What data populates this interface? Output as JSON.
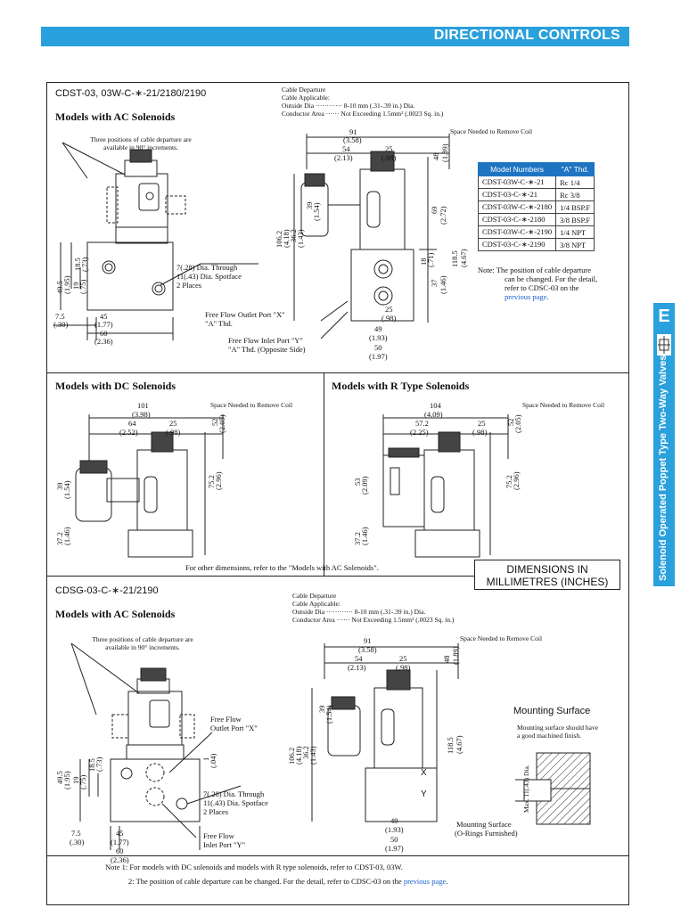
{
  "banner": {
    "title": "DIRECTIONAL CONTROLS"
  },
  "side_tab": {
    "letter": "E",
    "vertical_title": "Solenoid Operated Poppet Type Two-Way Valves"
  },
  "section1": {
    "model_title": "CDST-03, 03W-C-∗-21/2180/2190",
    "ac_heading": "Models with AC Solenoids",
    "cable_departure_note": "Three positions of cable departure are available in 90° increments.",
    "cable_departure": "Cable Departure",
    "cable_applicable": "Cable Applicable:",
    "outside_dia": "Outside Dia ············ 8-10 mm (.31-.39 in.) Dia.",
    "conductor_area": "Conductor Area ······ Not Exceeding 1.5mm² (.0023 Sq. in.)",
    "space_coil": "Space Needed to Remove Coil",
    "hole_1": "7(.28) Dia. Through",
    "hole_2": "11(.43) Dia. Spotface",
    "hole_3": "2 Places",
    "outlet_port": "Free Flow Outlet Port \"X\"",
    "outlet_thd": "\"A\" Thd.",
    "inlet_port": "Free Flow Inlet Port \"Y\"",
    "inlet_thd": "\"A\" Thd. (Opposite Side)",
    "dims": {
      "d91": "91",
      "d91i": "(3.58)",
      "d54": "54",
      "d54i": "(2.13)",
      "d25a": "25",
      "d25ai": "(.98)",
      "d48": "48",
      "d48i": "(1.89)",
      "d69": "69",
      "d69i": "(2.72)",
      "d1185": "118.5",
      "d1185i": "(4.67)",
      "d1062": "106.2",
      "d1062i": "(4.18)",
      "d362": "36.2",
      "d362i": "(1.43)",
      "d39": "39",
      "d39i": "(1.54)",
      "d18": "18",
      "d18i": "(.71)",
      "d37": "37",
      "d37i": "(1.46)",
      "d25b": "25",
      "d25bi": "(.98)",
      "d49": "49",
      "d49i": "(1.93)",
      "d50": "50",
      "d50i": "(1.97)",
      "d495": "49.5",
      "d495i": "(1.95)",
      "d19": "19",
      "d19i": "(.75)",
      "d185": "18.5",
      "d185i": "(.73)",
      "d75": "7.5",
      "d75i": "(.30)",
      "d45": "45",
      "d45i": "(1.77)",
      "d60": "60",
      "d60i": "(2.36)"
    }
  },
  "model_table": {
    "headers": [
      "Model Numbers",
      "\"A\" Thd."
    ],
    "rows": [
      [
        "CDST-03W-C-∗-21",
        "Rc 1/4"
      ],
      [
        "CDST-03-C-∗-21",
        "Rc 3/8"
      ],
      [
        "CDST-03W-C-∗-2180",
        "1/4 BSP.F"
      ],
      [
        "CDST-03-C-∗-2180",
        "3/8 BSP.F"
      ],
      [
        "CDST-03W-C-∗-2190",
        "1/4 NPT"
      ],
      [
        "CDST-03-C-∗-2190",
        "3/8 NPT"
      ]
    ],
    "note_lead": "Note: The position of cable departure",
    "note_2": "can be changed.  For the detail,",
    "note_3": "refer to CDSC-03 on the",
    "note_link": "previous page",
    "note_end": "."
  },
  "dc": {
    "heading": "Models with DC Solenoids",
    "space_coil": "Space Needed to Remove Coil",
    "d101": "101",
    "d101i": "(3.98)",
    "d64": "64",
    "d64i": "(2.52)",
    "d25": "25",
    "d25i": "(.98)",
    "d52": "52",
    "d52i": "(2.05)",
    "d752": "75.2",
    "d752i": "(2.96)",
    "d39": "39",
    "d39i": "(1.54)",
    "d372": "37.2",
    "d372i": "(1.46)"
  },
  "rtype": {
    "heading": "Models with R Type Solenoids",
    "space_coil": "Space Needed to Remove Coil",
    "d104": "104",
    "d104i": "(4.09)",
    "d572": "57.2",
    "d572i": "(2.25)",
    "d25": "25",
    "d25i": "(.98)",
    "d52": "52",
    "d52i": "(2.05)",
    "d752": "75.2",
    "d752i": "(2.96)",
    "d53": "53",
    "d53i": "(2.09)",
    "d372": "37.2",
    "d372i": "(1.46)"
  },
  "other_dims_note": "For other dimensions, refer to the \"Models with AC Solenoids\".",
  "dims_box": {
    "line1": "DIMENSIONS IN",
    "line2": "MILLIMETRES (INCHES)"
  },
  "section2": {
    "model_title": "CDSG-03-C-∗-21/2190",
    "ac_heading": "Models with AC Solenoids",
    "cable_departure_note": "Three positions of cable departure are available in 90° increments.",
    "cable_departure": "Cable Departure",
    "cable_applicable": "Cable Applicable:",
    "outside_dia": "Outside Dia ············ 8-10 mm (.31-.39 in.) Dia.",
    "conductor_area": "Conductor Area ······ Not Exceeding 1.5mm² (.0023 Sq. in.)",
    "space_coil": "Space Needed to Remove Coil",
    "outlet_1": "Free Flow",
    "outlet_2": "Outlet Port \"X\"",
    "inlet_1": "Free Flow",
    "inlet_2": "Inlet Port \"Y\"",
    "hole_1": "7(.28) Dia. Through",
    "hole_2": "11(.43) Dia. Spotface",
    "hole_3": "2 Places",
    "mounting_surface_title": "Mounting Surface",
    "mounting_note_1": "Mounting surface should have",
    "mounting_note_2": "a good machined finish.",
    "max_dia": "Max. 11(.43) Dia.",
    "mount_label": "Mounting Surface",
    "oring": "(O-Rings Furnished)",
    "port_x": "X",
    "port_y": "Y",
    "dims": {
      "d91": "91",
      "d91i": "(3.58)",
      "d54": "54",
      "d54i": "(2.13)",
      "d25": "25",
      "d25i": "(.98)",
      "d48": "48",
      "d48i": "(1.89)",
      "d1185": "118.5",
      "d1185i": "(4.67)",
      "d1062": "106.2",
      "d1062i": "(4.18)",
      "d362": "36.2",
      "d362i": "(1.43)",
      "d39": "39",
      "d39i": "(1.54)",
      "d1": "1",
      "d1i": "(.04)",
      "d49": "49",
      "d49i": "(1.93)",
      "d50": "50",
      "d50i": "(1.97)",
      "d495": "49.5",
      "d495i": "(1.95)",
      "d19": "19",
      "d19i": "(.75)",
      "d185": "18.5",
      "d185i": "(.73)",
      "d75": "7.5",
      "d75i": "(.30)",
      "d45": "45",
      "d45i": "(1.77)",
      "d60": "60",
      "d60i": "(2.36)"
    }
  },
  "footnotes": {
    "note1": "Note 1:  For models with DC solenoids and models with R type solenoids, refer to CDST-03, 03W.",
    "note2_lead": "2:  The position of cable departure can be changed.  For the detail, refer to CDSC-03 on the",
    "note2_link": "previous page",
    "note2_end": "."
  }
}
